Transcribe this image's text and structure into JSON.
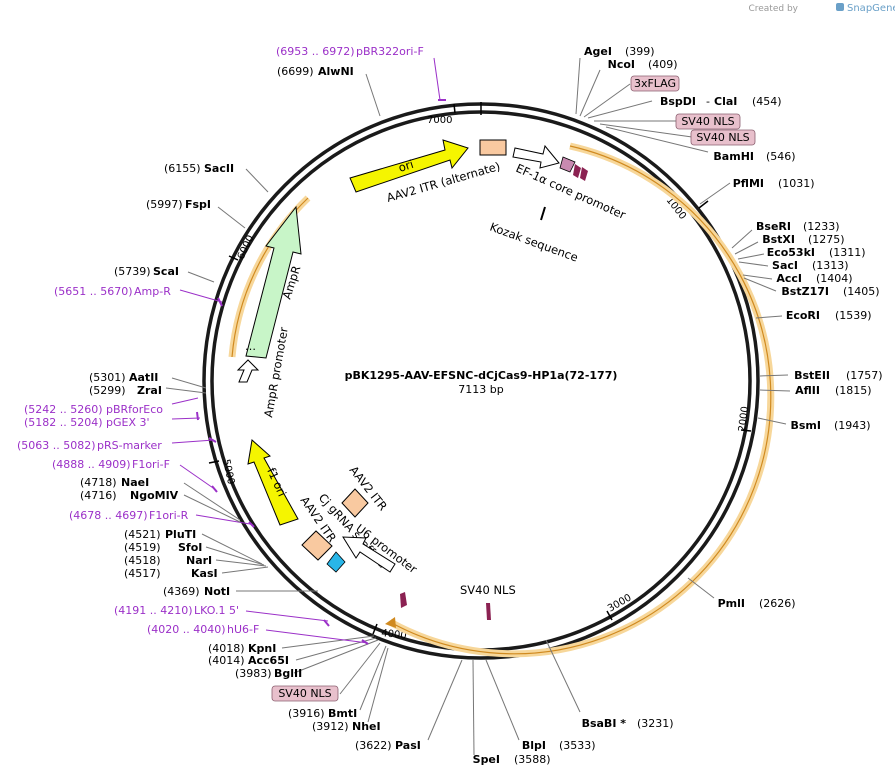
{
  "credit": {
    "prefix": "Created by",
    "brand": "SnapGene"
  },
  "plasmid": {
    "name": "pBK1295-AAV-EFSNC-dCjCas9-HP1a(72-177)",
    "length_label": "7113 bp",
    "total_bp": 7113
  },
  "ticks": [
    {
      "label": "1000",
      "bp": 1000
    },
    {
      "label": "2000",
      "bp": 2000
    },
    {
      "label": "3000",
      "bp": 3000
    },
    {
      "label": "4000",
      "bp": 4000
    },
    {
      "label": "5000",
      "bp": 5000
    },
    {
      "label": "6000",
      "bp": 6000
    },
    {
      "label": "7000",
      "bp": 7000
    }
  ],
  "enzymes": [
    {
      "name": "AgeI",
      "pos": "(399)",
      "bp": 399
    },
    {
      "name": "NcoI",
      "pos": "(409)",
      "bp": 409
    },
    {
      "name": "BspDI",
      "sep": "-",
      "name2": "ClaI",
      "pos": "(454)",
      "bp": 454
    },
    {
      "name": "BamHI",
      "pos": "(546)",
      "bp": 546
    },
    {
      "name": "PflMI",
      "pos": "(1031)",
      "bp": 1031
    },
    {
      "name": "BseRI",
      "pos": "(1233)",
      "bp": 1233
    },
    {
      "name": "BstXI",
      "pos": "(1275)",
      "bp": 1275
    },
    {
      "name": "Eco53kI",
      "pos": "(1311)",
      "bp": 1311
    },
    {
      "name": "SacI",
      "pos": "(1313)",
      "bp": 1313
    },
    {
      "name": "AccI",
      "pos": "(1404)",
      "bp": 1404
    },
    {
      "name": "BstZ17I",
      "pos": "(1405)",
      "bp": 1405
    },
    {
      "name": "EcoRI",
      "pos": "(1539)",
      "bp": 1539
    },
    {
      "name": "BstEII",
      "pos": "(1757)",
      "bp": 1757
    },
    {
      "name": "AflII",
      "pos": "(1815)",
      "bp": 1815
    },
    {
      "name": "BsmI",
      "pos": "(1943)",
      "bp": 1943
    },
    {
      "name": "PmlI",
      "pos": "(2626)",
      "bp": 2626
    },
    {
      "name": "BsaBI *",
      "pos": "(3231)",
      "bp": 3231
    },
    {
      "name": "BlpI",
      "pos": "(3533)",
      "bp": 3533
    },
    {
      "name": "SpeI",
      "pos": "(3588)",
      "bp": 3588
    },
    {
      "name": "PasI",
      "pos": "(3622)",
      "bp": 3622
    },
    {
      "name": "NheI",
      "pos": "(3912)",
      "bp": 3912
    },
    {
      "name": "BmtI",
      "pos": "(3916)",
      "bp": 3916
    },
    {
      "name": "BglII",
      "pos": "(3983)",
      "bp": 3983
    },
    {
      "name": "Acc65I",
      "pos": "(4014)",
      "bp": 4014
    },
    {
      "name": "KpnI",
      "pos": "(4018)",
      "bp": 4018
    },
    {
      "name": "NotI",
      "pos": "(4369)",
      "bp": 4369
    },
    {
      "name": "KasI",
      "pos": "(4517)",
      "bp": 4517
    },
    {
      "name": "NarI",
      "pos": "(4518)",
      "bp": 4518
    },
    {
      "name": "SfoI",
      "pos": "(4519)",
      "bp": 4519
    },
    {
      "name": "PluTI",
      "pos": "(4521)",
      "bp": 4521
    },
    {
      "name": "NgoMIV",
      "pos": "(4716)",
      "bp": 4716
    },
    {
      "name": "NaeI",
      "pos": "(4718)",
      "bp": 4718
    },
    {
      "name": "ZraI",
      "pos": "(5299)",
      "bp": 5299
    },
    {
      "name": "AatII",
      "pos": "(5301)",
      "bp": 5301
    },
    {
      "name": "ScaI",
      "pos": "(5739)",
      "bp": 5739
    },
    {
      "name": "FspI",
      "pos": "(5997)",
      "bp": 5997
    },
    {
      "name": "SacII",
      "pos": "(6155)",
      "bp": 6155
    },
    {
      "name": "AlwNI",
      "pos": "(6699)",
      "bp": 6699
    }
  ],
  "primers": [
    {
      "range": "(6953 .. 6972)",
      "name": "pBR322ori-F"
    },
    {
      "range": "(5651 .. 5670)",
      "name": "Amp-R"
    },
    {
      "range": "(5242 .. 5260)",
      "name": "pBRforEco"
    },
    {
      "range": "(5182 .. 5204)",
      "name": "pGEX 3'"
    },
    {
      "range": "(5063 .. 5082)",
      "name": "pRS-marker"
    },
    {
      "range": "(4888 .. 4909)",
      "name": "F1ori-F"
    },
    {
      "range": "(4678 .. 4697)",
      "name": "F1ori-R"
    },
    {
      "range": "(4191 .. 4210)",
      "name": "LKO.1 5'"
    },
    {
      "range": "(4020 .. 4040)",
      "name": "hU6-F"
    }
  ],
  "boxed_labels": [
    "3xFLAG",
    "SV40 NLS",
    "SV40 NLS",
    "SV40 NLS"
  ],
  "features": {
    "ori": "ori",
    "aav2_itr_alt": "AAV2 ITR (alternate)",
    "ef1a": "EF-1α core promoter",
    "kozak": "Kozak sequence",
    "ampr": "AmpR",
    "ampr_promoter": "AmpR promoter",
    "f1ori": "f1 ori",
    "aav2_itr_1": "AAV2 ITR",
    "aav2_itr_2": "AAV2 ITR",
    "cj_scaffold": "Cj gRNA scaffold",
    "u6": "U6 promoter",
    "sv40_inner": "SV40 NLS"
  },
  "colors": {
    "backbone": "#1a1a1a",
    "ori": "#f5f500",
    "ampr": "#c8f5c8",
    "itr": "#f9c9a0",
    "promoter": "#ffffff",
    "cds_highlight": "#f7d79a",
    "nls": "#8b2252",
    "primer": "#9b30c8",
    "u6_arrow": "#29b6e8",
    "ef_small": "#c88ab0",
    "label_box": "#e8c0cc"
  }
}
